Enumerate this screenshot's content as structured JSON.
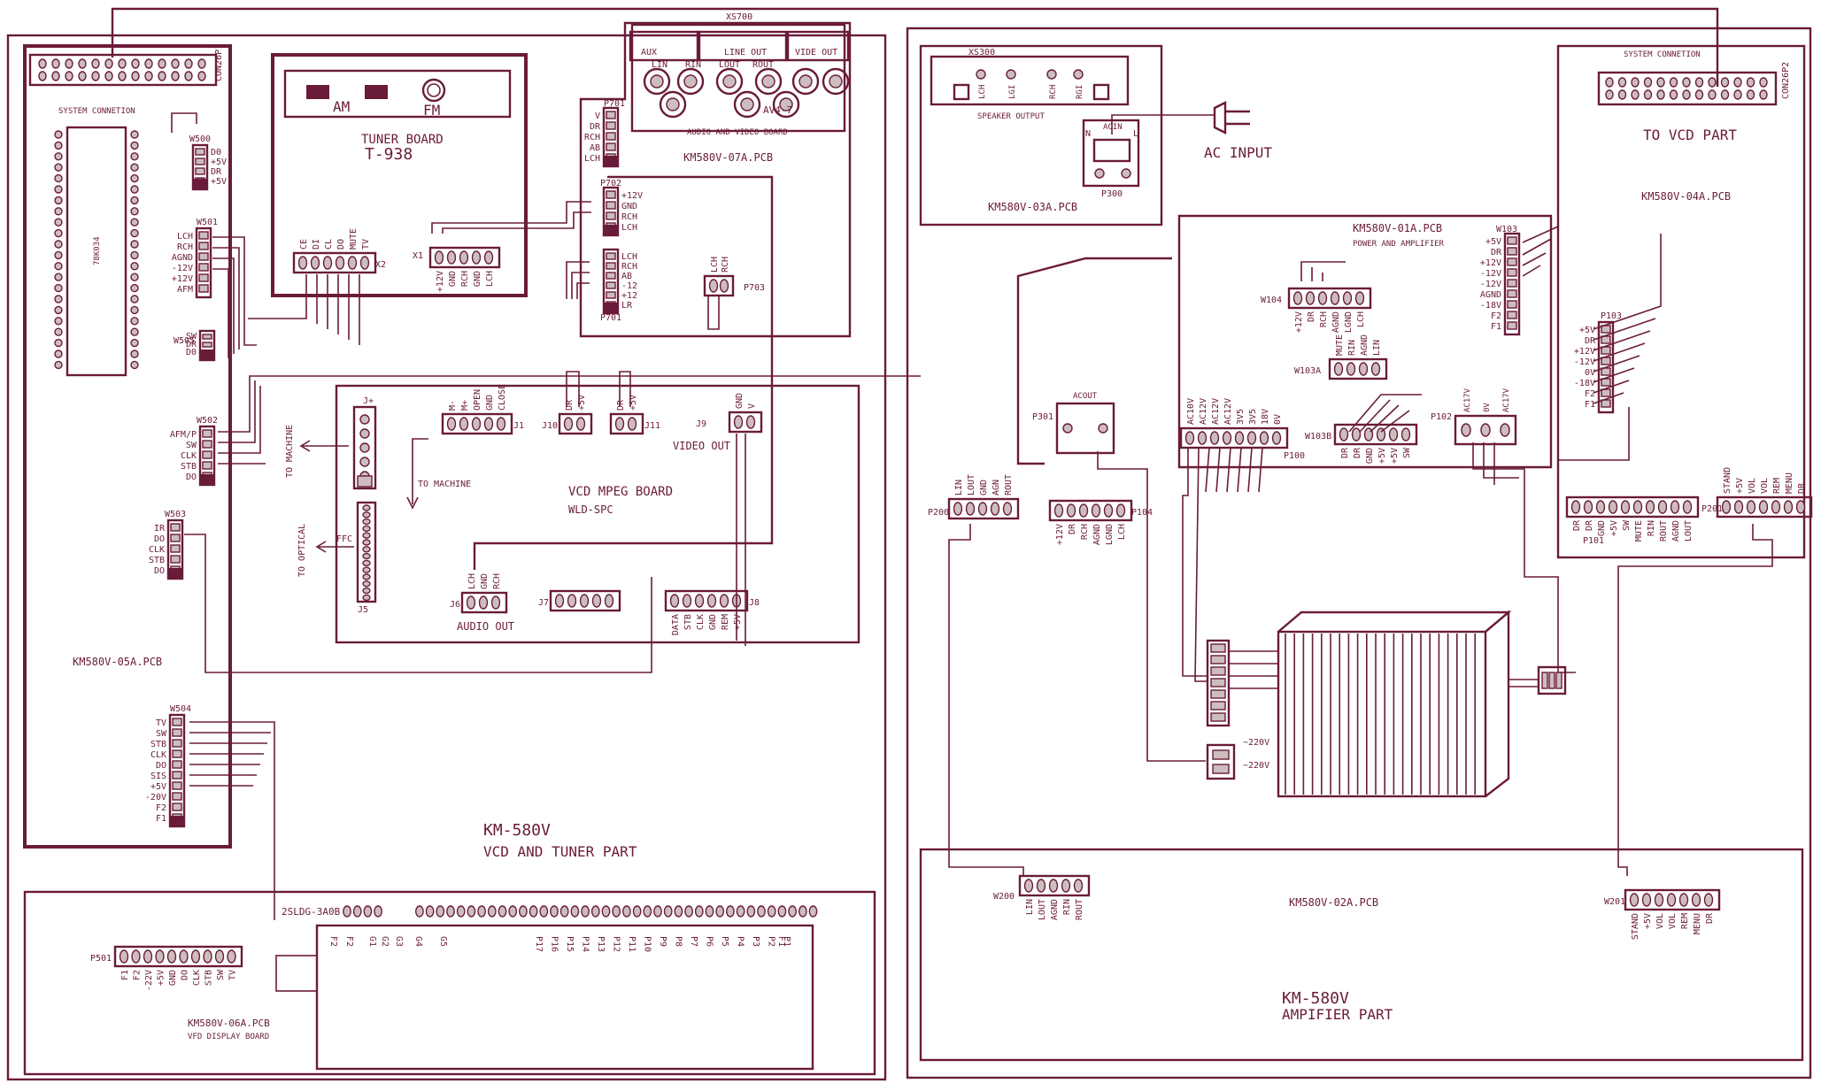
{
  "colors": {
    "ink": "#6a1b3a",
    "pad": "#cdbdbd",
    "background": "#ffffff"
  },
  "left": {
    "system_connector": {
      "ref": "CON26P1",
      "caption": "SYSTEM CONNETION"
    },
    "chip_label": "78K034",
    "w500": {
      "ref": "W500",
      "pins": [
        "D0",
        "+5V",
        "DR",
        "+5V"
      ]
    },
    "w501": {
      "ref": "W501",
      "pins": [
        "LCH",
        "RCH",
        "AGND",
        "-12V",
        "+12V",
        "AFM"
      ]
    },
    "w505": {
      "ref": "W505",
      "pins": [
        "SW",
        "DR",
        "D0"
      ]
    },
    "w502": {
      "ref": "W502",
      "pins": [
        "AFM/P",
        "SW",
        "CLK",
        "STB",
        "DO"
      ]
    },
    "w503": {
      "ref": "W503",
      "pins": [
        "IR",
        "DO",
        "CLK",
        "STB",
        "DO"
      ]
    },
    "w504": {
      "ref": "W504",
      "pins": [
        "TV",
        "SW",
        "STB",
        "CLK",
        "DO",
        "SIS",
        "+5V",
        "-20V",
        "F2",
        "F1"
      ]
    },
    "board_label": "KM580V-05A.PCB",
    "tuner": {
      "am": "AM",
      "fm": "FM",
      "title": "TUNER BOARD",
      "model": "T-938",
      "x1": {
        "ref": "X1",
        "pins": [
          "+12V",
          "GND",
          "RCH",
          "GND",
          "LCH"
        ]
      },
      "x2": {
        "ref": "X2",
        "pins": [
          "CE",
          "DI",
          "CL",
          "DO",
          "MUTE",
          "TV"
        ]
      }
    },
    "xs700": {
      "ref": "XS700",
      "groups": [
        "AUX",
        "LINE OUT",
        "VIDE OUT"
      ],
      "jacks": [
        "LIN",
        "RIN",
        "LOUT",
        "ROUT"
      ],
      "model": "AV4-7",
      "caption": "AUDIO AND VIDEO BOARD",
      "board_label": "KM580V-07A.PCB"
    },
    "p701": {
      "ref": "P701",
      "pins": [
        "V",
        "DR",
        "RCH",
        "AB",
        "LCH"
      ]
    },
    "p702": {
      "ref": "P702",
      "pins": [
        "+12V",
        "GND",
        "RCH",
        "LCH"
      ]
    },
    "p701b": {
      "ref": "P701",
      "pins": [
        "LCH",
        "RCH",
        "AB",
        "-12",
        "+12",
        "LR"
      ]
    },
    "p703": {
      "ref": "P703",
      "pins": [
        "LCH",
        "RCH"
      ]
    },
    "vcd": {
      "title": "VCD MPEG BOARD",
      "model": "WLD-SPC",
      "j4_ref": "J+",
      "ffc_ref": "FFC",
      "j5_ref": "J5",
      "to_machine_1": "TO MACHINE",
      "to_machine_2": "TO MACHINE",
      "to_optical": "TO OPTICAL",
      "j1": {
        "ref": "J1",
        "pins": [
          "M-",
          "M+",
          "OPEN",
          "GND",
          "CLOSE"
        ]
      },
      "j10": {
        "ref": "J10",
        "pins": [
          "DR",
          "+5V"
        ]
      },
      "j11": {
        "ref": "J11",
        "pins": [
          "DR",
          "+5V"
        ]
      },
      "j9": {
        "ref": "J9",
        "pins": [
          "GND",
          "V"
        ],
        "caption": "VIDEO OUT"
      },
      "j6": {
        "ref": "J6",
        "pins": [
          "LCH",
          "GND",
          "RCH"
        ],
        "caption": "AUDIO OUT"
      },
      "j7": {
        "ref": "J7"
      },
      "j8": {
        "ref": "J8",
        "pins": [
          "DATA",
          "STB",
          "CLK",
          "GND",
          "REM",
          "+5V"
        ]
      }
    },
    "title": "KM-580V",
    "subtitle": "VCD AND TUNER PART",
    "vfd": {
      "tube": "2SLDG-3A0B",
      "grids": [
        "F2",
        "F2",
        "G1",
        "G2",
        "G3",
        "G4",
        "G5"
      ],
      "segs": [
        "P17",
        "P16",
        "P15",
        "P14",
        "P13",
        "P12",
        "P11",
        "P10",
        "P9",
        "P8",
        "P7",
        "P6",
        "P5",
        "P4",
        "P3",
        "P2",
        "P1",
        "F1"
      ],
      "p501": {
        "ref": "P501",
        "pins": [
          "F1",
          "F2",
          "-22V",
          "+5V",
          "GND",
          "DO",
          "CLK",
          "STB",
          "SW",
          "TV"
        ]
      },
      "board_label": "KM580V-06A.PCB",
      "caption": "VFD DISPLAY BOARD"
    }
  },
  "right": {
    "xs300": {
      "ref": "XS300",
      "pins": [
        "LCH",
        "LGI",
        "RCH",
        "RGI"
      ],
      "caption": "SPEAKER OUTPUT"
    },
    "p300": {
      "ref": "P300",
      "pins": [
        "N",
        "ACIN",
        "L"
      ]
    },
    "ac_input": "AC INPUT",
    "board_03": "KM580V-03A.PCB",
    "con26p2": {
      "ref": "CON26P2",
      "caption": "SYSTEM CONNETION",
      "to": "TO VCD PART"
    },
    "board_04": "KM580V-04A.PCB",
    "power": {
      "board_label": "KM580V-01A.PCB",
      "caption": "POWER AND AMPLIFIER",
      "w103": {
        "ref": "W103",
        "pins": [
          "+5V",
          "DR",
          "+12V",
          "-12V",
          "-12V",
          "AGND",
          "-18V",
          "F2",
          "F1"
        ]
      },
      "w104": {
        "ref": "W104",
        "pins": [
          "+12V",
          "DR",
          "RCH",
          "AGND",
          "LGND",
          "LCH"
        ]
      },
      "w103a": {
        "ref": "W103A",
        "pins": [
          "MUTE",
          "RIN",
          "AGND",
          "LIN"
        ]
      },
      "p100": {
        "ref": "P100",
        "pins": [
          "AC10V",
          "AC12V",
          "AC12V",
          "AC12V",
          "3V5",
          "3V5",
          "18V",
          "0V"
        ]
      },
      "w103b": {
        "ref": "W103B",
        "pins": [
          "DR",
          "DR",
          "GND",
          "+5V",
          "+5V",
          "SW"
        ]
      },
      "p102": {
        "ref": "P102",
        "pins": [
          "AC17V",
          "0V",
          "AC17V"
        ]
      }
    },
    "acout": {
      "ref": "P301",
      "label": "ACOUT"
    },
    "p200": {
      "ref": "P200",
      "pins": [
        "LIN",
        "LOUT",
        "GND",
        "AGN",
        "ROUT"
      ]
    },
    "p104": {
      "ref": "P104",
      "pins": [
        "+12V",
        "DR",
        "RCH",
        "AGND",
        "LGND",
        "LCH"
      ]
    },
    "p103": {
      "ref": "P103",
      "pins": [
        "+5V",
        "DR",
        "+12V",
        "-12V",
        "0V",
        "-18V",
        "F2",
        "F1"
      ]
    },
    "p101": {
      "ref": "P101",
      "pins": [
        "DR",
        "DR",
        "GND",
        "+5V",
        "SW",
        "MUTE",
        "RIN",
        "ROUT",
        "AGND",
        "LOUT"
      ]
    },
    "p201a": {
      "ref": "P201",
      "pins": [
        "STAND",
        "+5V",
        "VOL",
        "VOL",
        "REM",
        "MENU",
        "DR"
      ]
    },
    "transformer": {
      "v1": "~220V",
      "v2": "~220V"
    },
    "w200": {
      "ref": "W200",
      "pins": [
        "LIN",
        "LOUT",
        "AGND",
        "RIN",
        "ROUT"
      ]
    },
    "board_02": "KM580V-02A.PCB",
    "w201": {
      "ref": "W201",
      "pins": [
        "STAND",
        "+5V",
        "VOL",
        "VOL",
        "REM",
        "MENU",
        "DR"
      ]
    },
    "title": "KM-580V",
    "subtitle": "AMPIFIER PART"
  }
}
